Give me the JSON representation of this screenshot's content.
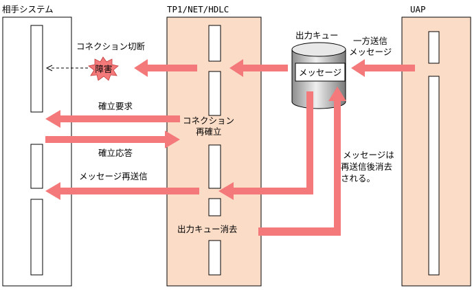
{
  "columns": {
    "partner": "相手システム",
    "middleware": "TP1/NET/HDLC",
    "uap": "UAP"
  },
  "queue": {
    "title": "出力キュー",
    "content": "メッセージ"
  },
  "labels": {
    "connection_cut": "コネクション切断",
    "failure": "障害",
    "one_way_line1": "一方送信",
    "one_way_line2": "メッセージ",
    "establish_request": "確立要求",
    "reestablish_line1": "コネクション",
    "reestablish_line2": "再確立",
    "establish_response": "確立応答",
    "resend": "メッセージ再送信",
    "note_line1": "メッセージは",
    "note_line2": "再送信後消去",
    "note_line3": "される。",
    "queue_delete": "出力キュー消去"
  },
  "colors": {
    "arrow": "#f4797a",
    "column_fill": "#fbdcc7",
    "burst": "#f4797a"
  }
}
